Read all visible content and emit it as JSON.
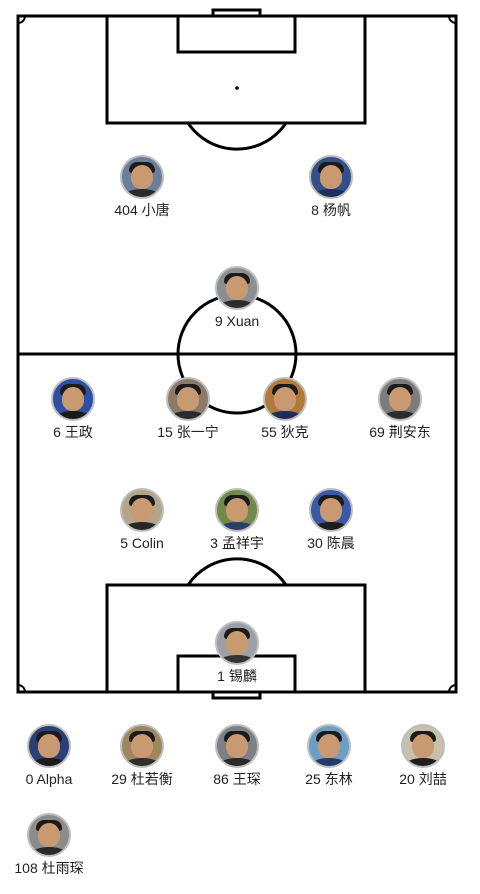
{
  "formation": {
    "players": [
      {
        "label": "404 小唐",
        "bg": "#6a7f9a",
        "shirt": "#2a2a2a"
      },
      {
        "label": "8 杨帆",
        "bg": "#34508a",
        "shirt": "#1e2f5c"
      },
      {
        "label": "9 Xuan",
        "bg": "#8a8f94",
        "shirt": "#2c2c2c"
      },
      {
        "label": "6 王政",
        "bg": "#2e4fa6",
        "shirt": "#1a1a1a"
      },
      {
        "label": "15 张一宁",
        "bg": "#8b7a6a",
        "shirt": "#2b2b2b"
      },
      {
        "label": "55 狄克",
        "bg": "#b07a3a",
        "shirt": "#1e2c5a"
      },
      {
        "label": "69 荆安东",
        "bg": "#7c7c7c",
        "shirt": "#2a2a2a"
      },
      {
        "label": "5 Colin",
        "bg": "#b4a48a",
        "shirt": "#262626"
      },
      {
        "label": "3 孟祥宇",
        "bg": "#6f8a4a",
        "shirt": "#2c3e6a"
      },
      {
        "label": "30 陈晨",
        "bg": "#3a5aa8",
        "shirt": "#1d1d1d"
      },
      {
        "label": "1 锡麟",
        "bg": "#9aa0a6",
        "shirt": "#333333"
      }
    ]
  },
  "substitutes": {
    "players": [
      {
        "label": "0 Alpha",
        "bg": "#2a3e78",
        "shirt": "#1c1c1c"
      },
      {
        "label": "29 杜若衡",
        "bg": "#a0865c",
        "shirt": "#2e2e2e"
      },
      {
        "label": "86 王琛",
        "bg": "#7a8288",
        "shirt": "#2a2a2a"
      },
      {
        "label": "25 东林",
        "bg": "#6aa0c8",
        "shirt": "#263a6a"
      },
      {
        "label": "20 刘喆",
        "bg": "#c8c0a8",
        "shirt": "#1f1f1f"
      },
      {
        "label": "108 杜雨琛",
        "bg": "#8c8c8c",
        "shirt": "#2a2a2a"
      }
    ]
  }
}
